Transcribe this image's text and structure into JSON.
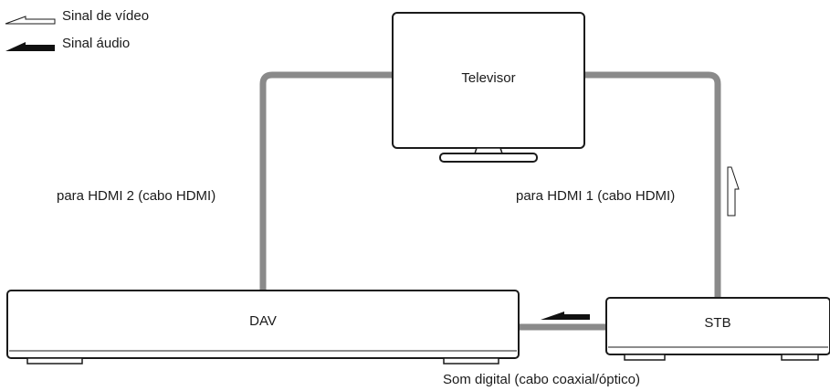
{
  "legend": {
    "video_signal": "Sinal de vídeo",
    "audio_signal": "Sinal áudio"
  },
  "devices": {
    "tv": "Televisor",
    "dav": "DAV",
    "stb": "STB"
  },
  "connections": {
    "dav_to_tv": "para HDMI 2 (cabo HDMI)",
    "stb_to_tv": "para HDMI 1 (cabo HDMI)",
    "stb_to_dav": "Som digital (cabo coaxial/óptico)"
  },
  "colors": {
    "cable": "#8a8a8a",
    "outline": "#1a1a1a",
    "audio_arrow": "#111111"
  }
}
